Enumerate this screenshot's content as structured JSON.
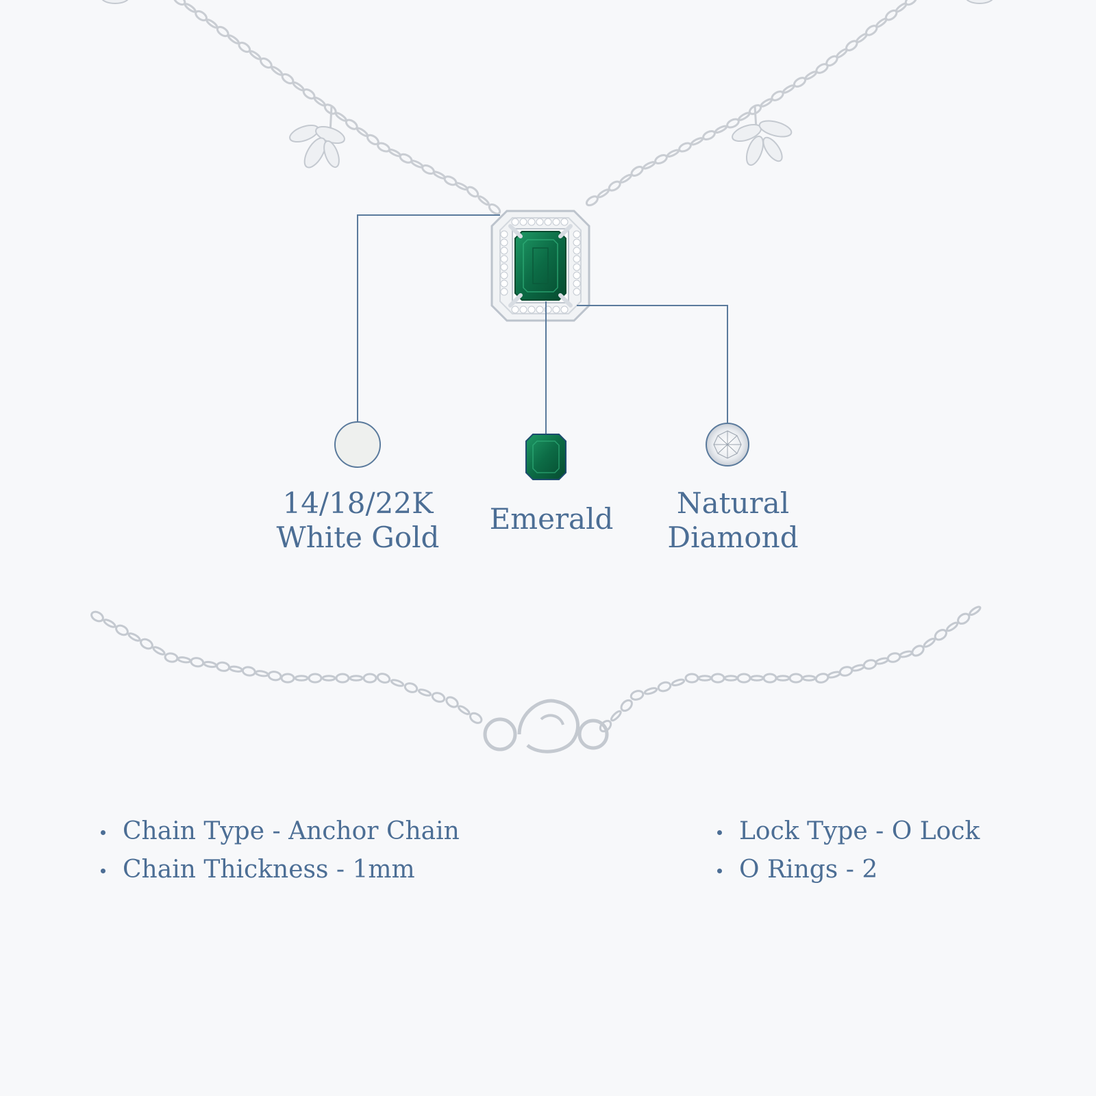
{
  "labels": {
    "metal": {
      "line1": "14/18/22K",
      "line2": "White Gold"
    },
    "gem": {
      "line1": "Emerald"
    },
    "diamond": {
      "line1": "Natural",
      "line2": "Diamond"
    }
  },
  "specs": {
    "left": [
      "Chain Type - Anchor Chain",
      "Chain Thickness - 1mm"
    ],
    "right": [
      "Lock Type - O Lock",
      "O Rings - 2"
    ]
  },
  "colors": {
    "text": "#4c6e95",
    "leader_line": "#5a7a9c",
    "emerald": "#0e6a45",
    "metal_swatch": "#eef0ee",
    "background": "#f7f8fa"
  },
  "icons": {
    "metal": "white-gold-swatch-icon",
    "gem": "emerald-cut-icon",
    "diamond": "round-diamond-icon",
    "clasp": "lobster-clasp-icon"
  }
}
